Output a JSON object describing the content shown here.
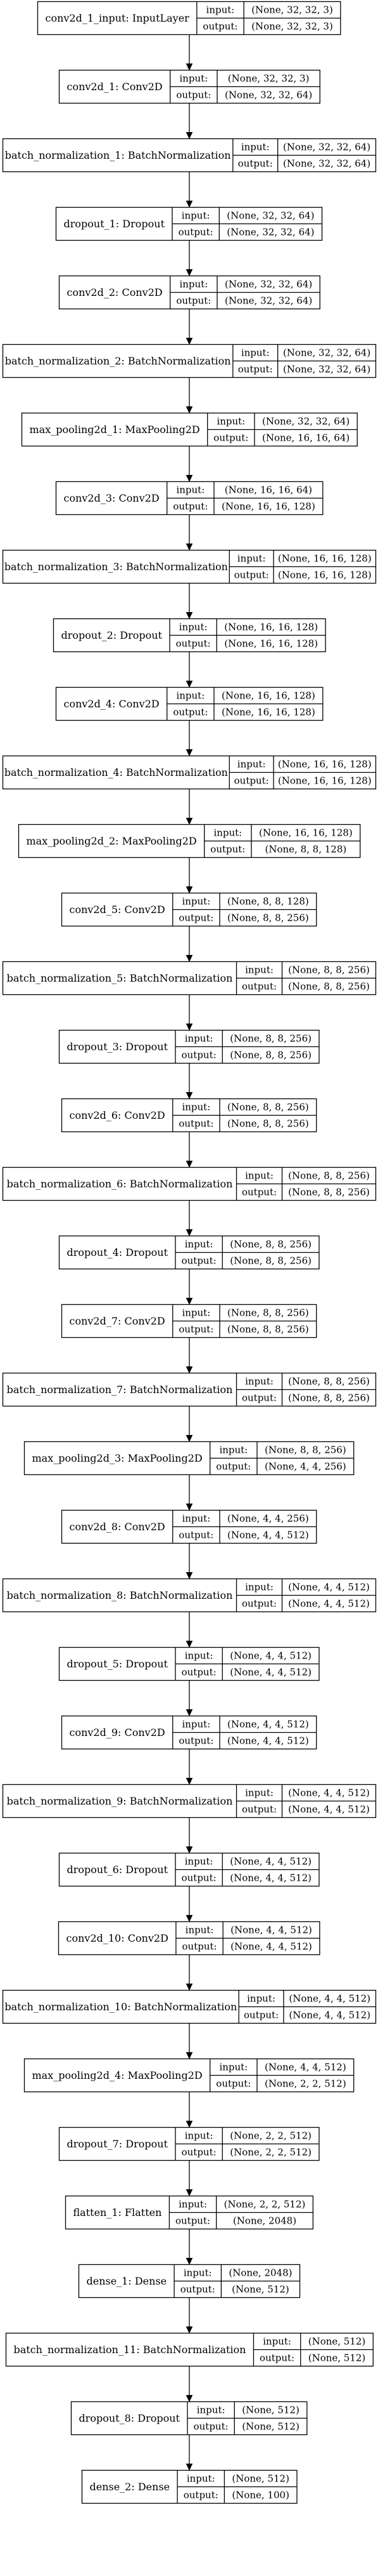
{
  "diagram": {
    "type": "keras-model-plot",
    "io_labels": {
      "input": "input:",
      "output": "output:"
    },
    "layers": [
      {
        "name": "conv2d_1_input: InputLayer",
        "input": "(None, 32, 32, 3)",
        "output": "(None, 32, 32, 3)"
      },
      {
        "name": "conv2d_1: Conv2D",
        "input": "(None, 32, 32, 3)",
        "output": "(None, 32, 32, 64)"
      },
      {
        "name": "batch_normalization_1: BatchNormalization",
        "input": "(None, 32, 32, 64)",
        "output": "(None, 32, 32, 64)"
      },
      {
        "name": "dropout_1: Dropout",
        "input": "(None, 32, 32, 64)",
        "output": "(None, 32, 32, 64)"
      },
      {
        "name": "conv2d_2: Conv2D",
        "input": "(None, 32, 32, 64)",
        "output": "(None, 32, 32, 64)"
      },
      {
        "name": "batch_normalization_2: BatchNormalization",
        "input": "(None, 32, 32, 64)",
        "output": "(None, 32, 32, 64)"
      },
      {
        "name": "max_pooling2d_1: MaxPooling2D",
        "input": "(None, 32, 32, 64)",
        "output": "(None, 16, 16, 64)"
      },
      {
        "name": "conv2d_3: Conv2D",
        "input": "(None, 16, 16, 64)",
        "output": "(None, 16, 16, 128)"
      },
      {
        "name": "batch_normalization_3: BatchNormalization",
        "input": "(None, 16, 16, 128)",
        "output": "(None, 16, 16, 128)"
      },
      {
        "name": "dropout_2: Dropout",
        "input": "(None, 16, 16, 128)",
        "output": "(None, 16, 16, 128)"
      },
      {
        "name": "conv2d_4: Conv2D",
        "input": "(None, 16, 16, 128)",
        "output": "(None, 16, 16, 128)"
      },
      {
        "name": "batch_normalization_4: BatchNormalization",
        "input": "(None, 16, 16, 128)",
        "output": "(None, 16, 16, 128)"
      },
      {
        "name": "max_pooling2d_2: MaxPooling2D",
        "input": "(None, 16, 16, 128)",
        "output": "(None, 8, 8, 128)"
      },
      {
        "name": "conv2d_5: Conv2D",
        "input": "(None, 8, 8, 128)",
        "output": "(None, 8, 8, 256)"
      },
      {
        "name": "batch_normalization_5: BatchNormalization",
        "input": "(None, 8, 8, 256)",
        "output": "(None, 8, 8, 256)"
      },
      {
        "name": "dropout_3: Dropout",
        "input": "(None, 8, 8, 256)",
        "output": "(None, 8, 8, 256)"
      },
      {
        "name": "conv2d_6: Conv2D",
        "input": "(None, 8, 8, 256)",
        "output": "(None, 8, 8, 256)"
      },
      {
        "name": "batch_normalization_6: BatchNormalization",
        "input": "(None, 8, 8, 256)",
        "output": "(None, 8, 8, 256)"
      },
      {
        "name": "dropout_4: Dropout",
        "input": "(None, 8, 8, 256)",
        "output": "(None, 8, 8, 256)"
      },
      {
        "name": "conv2d_7: Conv2D",
        "input": "(None, 8, 8, 256)",
        "output": "(None, 8, 8, 256)"
      },
      {
        "name": "batch_normalization_7: BatchNormalization",
        "input": "(None, 8, 8, 256)",
        "output": "(None, 8, 8, 256)"
      },
      {
        "name": "max_pooling2d_3: MaxPooling2D",
        "input": "(None, 8, 8, 256)",
        "output": "(None, 4, 4, 256)"
      },
      {
        "name": "conv2d_8: Conv2D",
        "input": "(None, 4, 4, 256)",
        "output": "(None, 4, 4, 512)"
      },
      {
        "name": "batch_normalization_8: BatchNormalization",
        "input": "(None, 4, 4, 512)",
        "output": "(None, 4, 4, 512)"
      },
      {
        "name": "dropout_5: Dropout",
        "input": "(None, 4, 4, 512)",
        "output": "(None, 4, 4, 512)"
      },
      {
        "name": "conv2d_9: Conv2D",
        "input": "(None, 4, 4, 512)",
        "output": "(None, 4, 4, 512)"
      },
      {
        "name": "batch_normalization_9: BatchNormalization",
        "input": "(None, 4, 4, 512)",
        "output": "(None, 4, 4, 512)"
      },
      {
        "name": "dropout_6: Dropout",
        "input": "(None, 4, 4, 512)",
        "output": "(None, 4, 4, 512)"
      },
      {
        "name": "conv2d_10: Conv2D",
        "input": "(None, 4, 4, 512)",
        "output": "(None, 4, 4, 512)"
      },
      {
        "name": "batch_normalization_10: BatchNormalization",
        "input": "(None, 4, 4, 512)",
        "output": "(None, 4, 4, 512)"
      },
      {
        "name": "max_pooling2d_4: MaxPooling2D",
        "input": "(None, 4, 4, 512)",
        "output": "(None, 2, 2, 512)"
      },
      {
        "name": "dropout_7: Dropout",
        "input": "(None, 2, 2, 512)",
        "output": "(None, 2, 2, 512)"
      },
      {
        "name": "flatten_1: Flatten",
        "input": "(None, 2, 2, 512)",
        "output": "(None, 2048)"
      },
      {
        "name": "dense_1: Dense",
        "input": "(None, 2048)",
        "output": "(None, 512)"
      },
      {
        "name": "batch_normalization_11: BatchNormalization",
        "input": "(None, 512)",
        "output": "(None, 512)"
      },
      {
        "name": "dropout_8: Dropout",
        "input": "(None, 512)",
        "output": "(None, 512)"
      },
      {
        "name": "dense_2: Dense",
        "input": "(None, 512)",
        "output": "(None, 100)"
      }
    ]
  }
}
